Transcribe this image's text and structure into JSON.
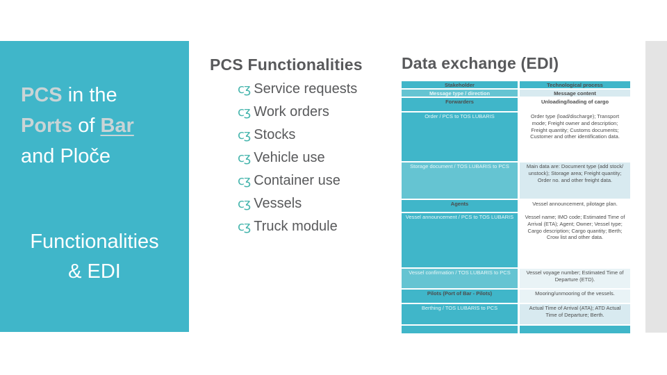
{
  "sidebar": {
    "line1_bold": "PCS",
    "line1_rest": " in the",
    "line2_bold": "Ports",
    "line2_mid": " of ",
    "line2_underline": "Bar",
    "line3": "and Ploče",
    "subtitle_line1": "Functionalities",
    "subtitle_line2": "& EDI"
  },
  "functionalities": {
    "title": "PCS Functionalities",
    "bullet_glyph": "cʒ",
    "items": [
      "Service requests",
      "Work orders",
      "Stocks",
      "Vehicle use",
      "Container use",
      "Vessels",
      "Truck module"
    ]
  },
  "edi": {
    "title": "Data exchange (EDI)",
    "table": {
      "rows": [
        {
          "left": "Stakeholder",
          "right": "Technological process"
        },
        {
          "left": "Message type / direction",
          "right": "Message content"
        },
        {
          "left": "Forwarders",
          "right": "Unloading/loading of cargo"
        },
        {
          "left": "Order / PCS to TOS LUBARIS",
          "right": "Order type (load/discharge); Transport mode; Freight owner and description; Freight quantity; Customs documents; Customer and other identification data."
        },
        {
          "left": "Storage document / TOS LUBARIS to PCS",
          "right": "Main data are: Document type (add stock/ unstock); Storage area; Freight quantity; Order no. and other freight data."
        },
        {
          "left": "Agents",
          "right": "Vessel announcement, pilotage plan."
        },
        {
          "left": "Vessel announcement / PCS to TOS LUBARIS",
          "right": "Vessel name; IMO code; Estimated Time of Arrival (ETA); Agent; Owner; Vessel type; Cargo description; Cargo quantity; Berth; Crow list and other data."
        },
        {
          "left": "Vessel confirmation / TOS LUBARIS to PCS",
          "right": "Vessel voyage number; Estimated Time of Departure (ETD)."
        },
        {
          "left": "Pilots (Port of Bar - Pilots)",
          "right": "Mooring/unmooring of the vessels."
        },
        {
          "left": "Berthing / TOS LUBARIS to PCS",
          "right": "Actual Time of Arrival (ATA); ATD Actual Time of Departure; Berth."
        },
        {
          "left": "",
          "right": ""
        }
      ]
    }
  },
  "colors": {
    "accent_teal": "#40b6c9",
    "accent_teal_light": "#65c4d2",
    "row_tint_blue": "#d8eaf0",
    "row_tint_blue_faint": "#e9f3f6",
    "heading_gray": "#58595b",
    "table_text_dark": "#4c4c4c",
    "text_on_teal": "#e8f6f8",
    "sidebar_em_text": "#c9d4d6",
    "bullet_teal": "#46b5ad",
    "right_margin_gray": "#e4e4e4"
  }
}
